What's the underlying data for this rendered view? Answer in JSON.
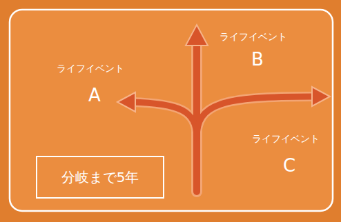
{
  "diagram": {
    "nodes": [
      {
        "text": [
          "分岐まで5年"
        ]
      }
    ],
    "labels": [
      "ライフイベント",
      "A",
      "ライフイベント",
      "B",
      "ライフイベント",
      "C"
    ]
  }
}
